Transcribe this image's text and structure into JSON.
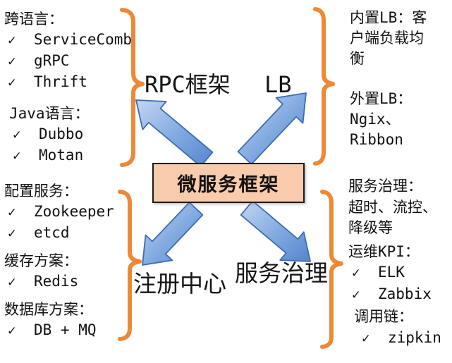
{
  "diagram": {
    "check": "✓",
    "center": {
      "label": "微服务框架"
    },
    "labels": {
      "rpc": "RPC框架",
      "lb": "LB",
      "registry": "注册中心",
      "governance": "服务治理"
    },
    "left_top": {
      "sections": [
        {
          "heading": "跨语言：",
          "items": [
            "ServiceComb",
            "gRPC",
            "Thrift"
          ]
        },
        {
          "heading": "Java语言：",
          "items": [
            "Dubbo",
            "Motan"
          ]
        }
      ]
    },
    "left_bottom": {
      "sections": [
        {
          "heading": "配置服务：",
          "items": [
            "Zookeeper",
            "etcd"
          ]
        },
        {
          "heading": "缓存方案：",
          "items": [
            "Redis"
          ]
        },
        {
          "heading": "数据库方案：",
          "items": [
            "DB + MQ"
          ]
        }
      ]
    },
    "right_top": {
      "builtin_lines": [
        "内置LB：客",
        "户端负载均",
        "衡"
      ],
      "external_lines": [
        "外置LB：",
        "Ngix、",
        "Ribbon"
      ]
    },
    "right_bottom": {
      "governance_lines": [
        "服务治理：",
        "超时、流控、",
        "降级等"
      ],
      "kpi_heading": "运维KPI：",
      "kpi_items": [
        "ELK",
        "Zabbix"
      ],
      "trace_heading": "调用链：",
      "trace_items": [
        "zipkin"
      ]
    },
    "colors": {
      "brace": "#ED8936",
      "arrow_light": "#C3D6F2",
      "arrow_mid": "#7FA8E0",
      "arrow_dark": "#5585CC",
      "arrow_stroke": "#3E6CB0",
      "box_fill": "#F8CBAD",
      "box_border": "#1A1A1A"
    }
  }
}
